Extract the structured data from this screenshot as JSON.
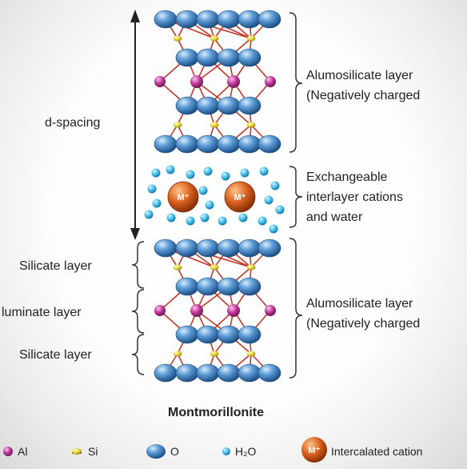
{
  "labels": {
    "d_spacing": "d-spacing",
    "layer_top_1": "Alumosilicate layer",
    "layer_top_2": "(Negatively charged",
    "interlayer_1": "Exchangeable",
    "interlayer_2": "interlayer cations",
    "interlayer_3": "and water",
    "silicate_1": "Silicate layer",
    "aluminate": "luminate layer",
    "silicate_2": "Silicate layer",
    "layer_bot_1": "Alumosilicate layer",
    "layer_bot_2": "(Negatively charged",
    "cation_symbol": "M⁺",
    "title": "Montmorillonite"
  },
  "legend": [
    {
      "symbol": "al",
      "text": "Al"
    },
    {
      "symbol": "si",
      "text": "Si"
    },
    {
      "symbol": "o",
      "text": "O"
    },
    {
      "symbol": "h2o",
      "text": "H₂O"
    },
    {
      "symbol": "cation",
      "text": "Intercalated cation"
    }
  ],
  "colors": {
    "oxygen": "#4f8fcf",
    "aluminium": "#c0379a",
    "silicon": "#e3d531",
    "water": "#3fb9e8",
    "cation": "#d9601f",
    "bond": "#c0392b"
  }
}
